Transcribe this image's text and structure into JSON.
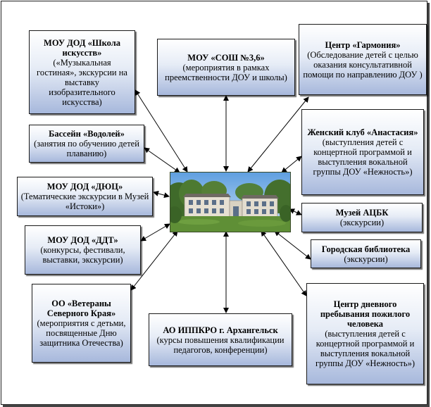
{
  "nodes": {
    "school_arts": {
      "title": "МОУ ДОД «Школа искусств»",
      "desc": "(«Музыкальная гостиная», экскурсии на выставку изобразительного искусства)"
    },
    "sosh": {
      "title": "МОУ «СОШ №3,6»",
      "desc": "(мероприятия в рамках преемственности ДОУ и школы)"
    },
    "garmonia": {
      "title": "Центр «Гармония»",
      "desc": "(Обследование детей с целью оказания консультативной помощи по направлению ДОУ )"
    },
    "pool": {
      "title": "Бассейн «Водолей»",
      "desc": "(занятия по обучению детей плаванию)"
    },
    "womens_club": {
      "title": "Женский клуб «Анастасия»",
      "desc": "(выступления детей с концертной программой и выступления вокальной группы ДОУ «Нежность»)"
    },
    "dyush": {
      "title": "МОУ ДОД «ДЮЦ»",
      "desc": "(Тематические экскурсии в Музей «Истоки»)"
    },
    "museum": {
      "title": "Музей АЦБК",
      "desc": "(экскурсии)"
    },
    "ddt": {
      "title": "МОУ ДОД «ДДТ»",
      "desc": "(конкурсы, фестивали, выставки, экскурсии)"
    },
    "library": {
      "title": "Городская библиотека",
      "desc": "(экскурсии)"
    },
    "veterans": {
      "title": "ОО «Ветераны Северного Края»",
      "desc": "(мероприятия с детьми, посвященные Дню защитника Отечества)"
    },
    "ippkro": {
      "title": "АО ИППКРО г. Архангельск",
      "desc": "(курсы повышения квалификации педагогов, конференции)"
    },
    "day_center": {
      "title": "Центр дневного пребывания пожилого человека",
      "desc": "(выступления детей с концертной программой и выступления вокальной группы ДОУ «Нежность»)"
    },
    "center": {
      "image": "kindergarten-building-photo"
    }
  },
  "colors": {
    "box_gradient_top": "#ffffff",
    "box_gradient_bottom": "#a7b8dc",
    "border": "#1a1a1a",
    "arrow": "#000000"
  }
}
